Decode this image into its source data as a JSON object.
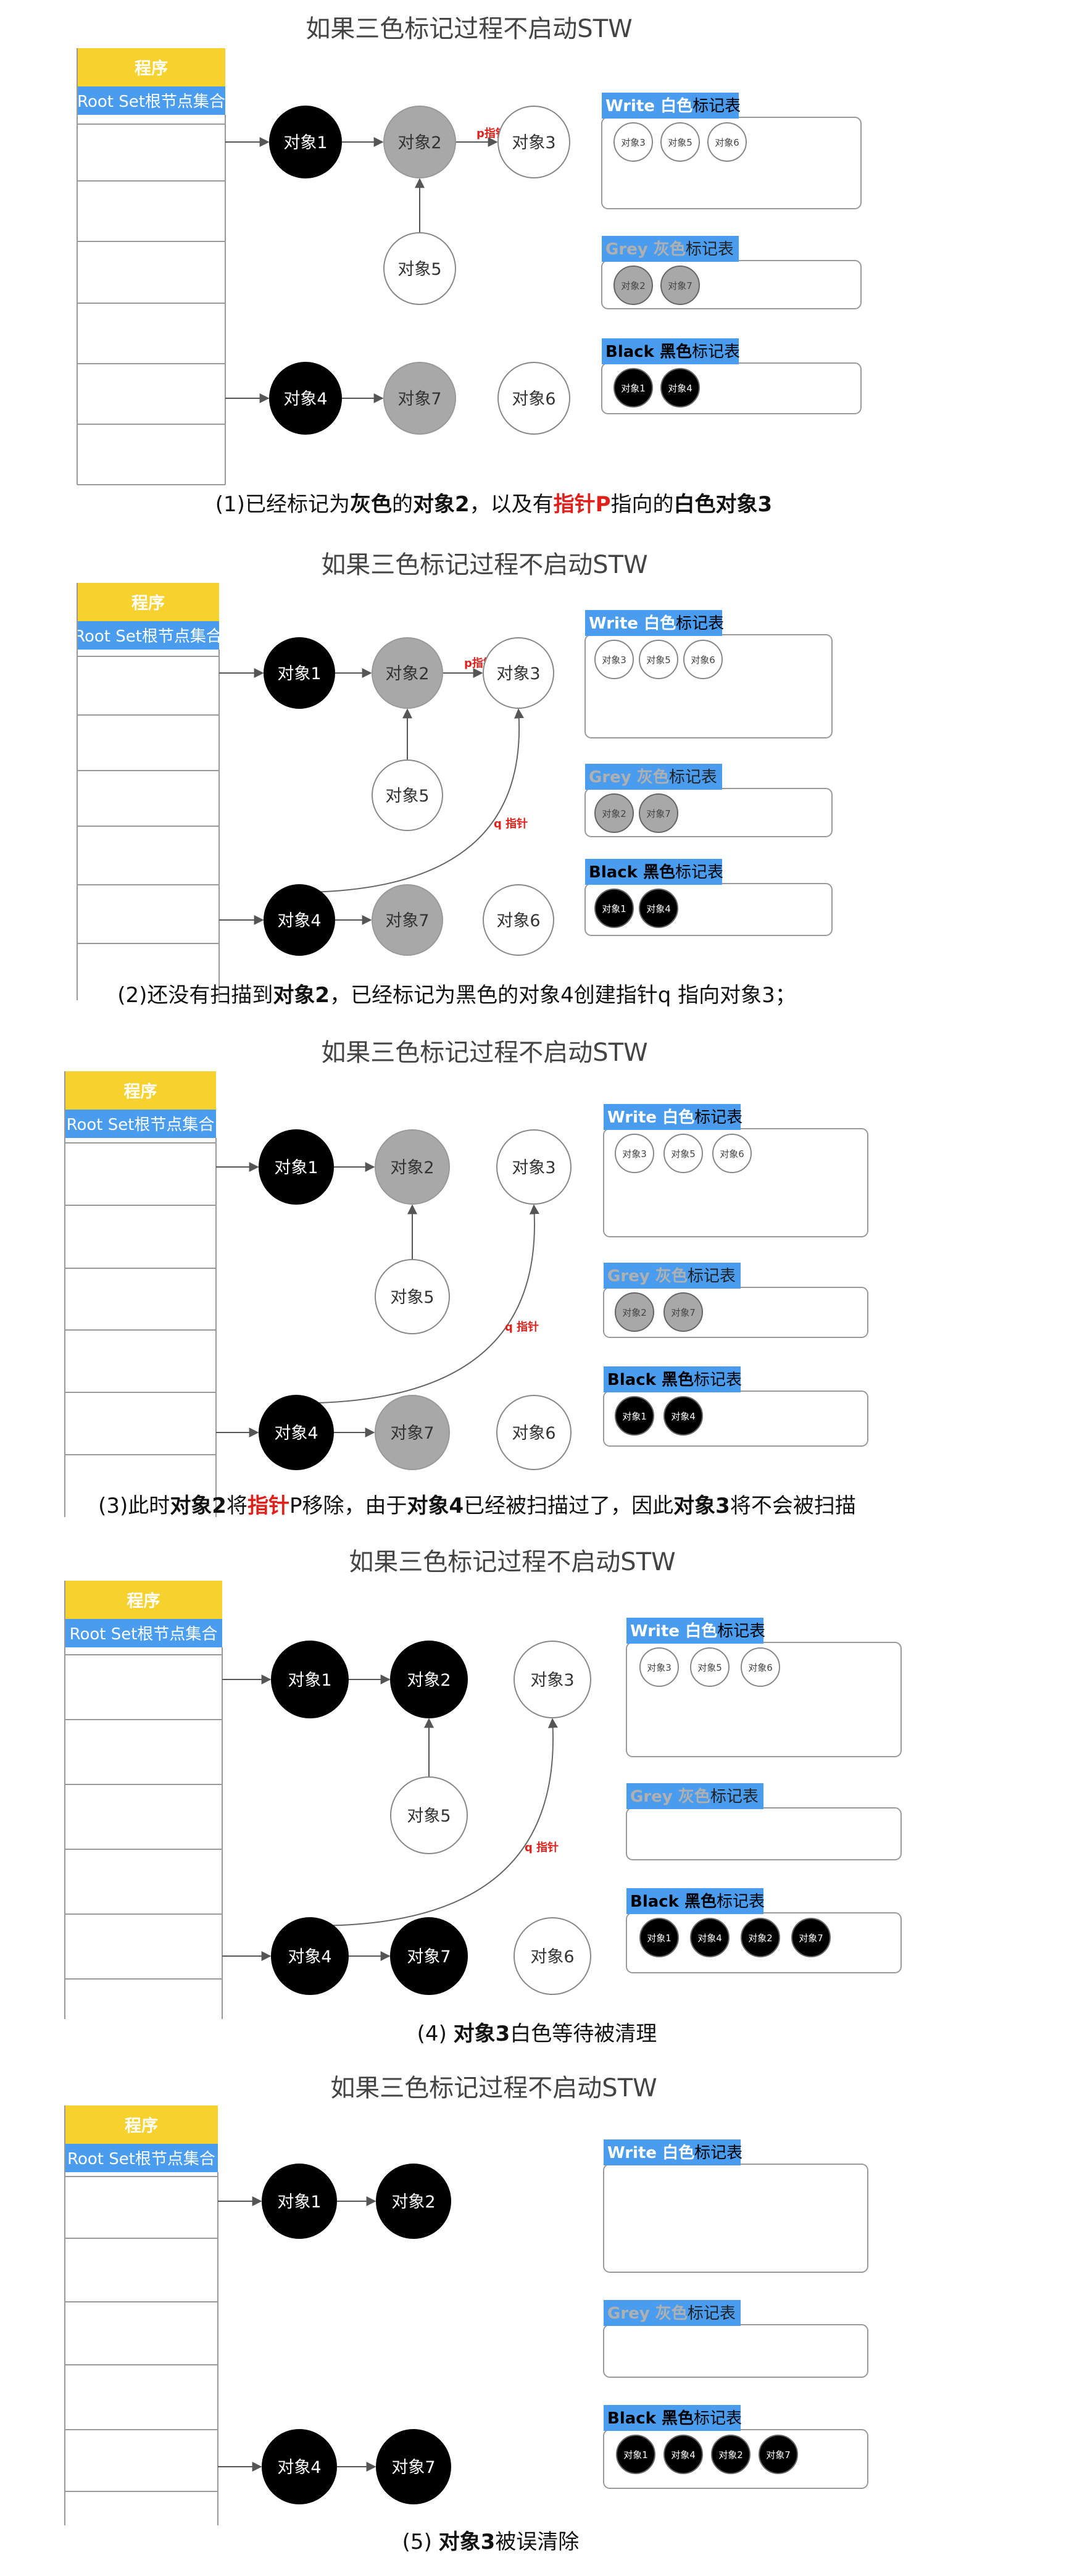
{
  "colors": {
    "yellow": "#F7D12E",
    "blue": "#4A9DEE",
    "grey_node": "#A8A8A8",
    "black_node": "#000000",
    "pointer_red": "#E0201B",
    "caption_red": "#E0201B",
    "grey_header_text": "#B0B0B0"
  },
  "panels": [
    {
      "title": "如果三色标记过程不启动STW",
      "program": "程序",
      "root_set": "Root Set根节点集合",
      "nodes": [
        {
          "id": "1",
          "label": "对象1",
          "color": "black"
        },
        {
          "id": "2",
          "label": "对象2",
          "color": "grey"
        },
        {
          "id": "3",
          "label": "对象3",
          "color": "white"
        },
        {
          "id": "5",
          "label": "对象5",
          "color": "white"
        },
        {
          "id": "4",
          "label": "对象4",
          "color": "black"
        },
        {
          "id": "7",
          "label": "对象7",
          "color": "grey"
        },
        {
          "id": "6",
          "label": "对象6",
          "color": "white"
        }
      ],
      "edges": [
        {
          "from": "root",
          "to": "1"
        },
        {
          "from": "1",
          "to": "2"
        },
        {
          "from": "2",
          "to": "3",
          "label": "p指针",
          "red": true
        },
        {
          "from": "5",
          "to": "2"
        },
        {
          "from": "root",
          "to": "4"
        },
        {
          "from": "4",
          "to": "7"
        }
      ],
      "tables": {
        "write": {
          "bold": "Write",
          "color": "白色",
          "suffix": "标记表",
          "items": [
            "对象3",
            "对象5",
            "对象6"
          ]
        },
        "grey": {
          "bold": "Grey",
          "color": "灰色",
          "suffix": "标记表",
          "items": [
            "对象2",
            "对象7"
          ]
        },
        "black": {
          "bold": "Black",
          "color": "黑色",
          "suffix": "标记表",
          "items": [
            "对象1",
            "对象4"
          ]
        }
      },
      "caption": [
        {
          "t": "(1)已经标记为"
        },
        {
          "t": "灰色",
          "b": true
        },
        {
          "t": "的"
        },
        {
          "t": "对象2",
          "b": true
        },
        {
          "t": "，以及有"
        },
        {
          "t": "指针P",
          "b": true,
          "red": true
        },
        {
          "t": "指向的"
        },
        {
          "t": "白色对象3",
          "b": true
        }
      ]
    },
    {
      "title": "如果三色标记过程不启动STW",
      "program": "程序",
      "root_set": "Root Set根节点集合",
      "nodes": [
        {
          "id": "1",
          "label": "对象1",
          "color": "black"
        },
        {
          "id": "2",
          "label": "对象2",
          "color": "grey"
        },
        {
          "id": "3",
          "label": "对象3",
          "color": "white"
        },
        {
          "id": "5",
          "label": "对象5",
          "color": "white"
        },
        {
          "id": "4",
          "label": "对象4",
          "color": "black"
        },
        {
          "id": "7",
          "label": "对象7",
          "color": "grey"
        },
        {
          "id": "6",
          "label": "对象6",
          "color": "white"
        }
      ],
      "edges": [
        {
          "from": "root",
          "to": "1"
        },
        {
          "from": "1",
          "to": "2"
        },
        {
          "from": "2",
          "to": "3",
          "label": "p指针",
          "red": true
        },
        {
          "from": "5",
          "to": "2"
        },
        {
          "from": "root",
          "to": "4"
        },
        {
          "from": "4",
          "to": "7"
        },
        {
          "from": "4",
          "to": "3",
          "curve": true,
          "label": "q 指针"
        }
      ],
      "tables": {
        "write": {
          "bold": "Write",
          "color": "白色",
          "suffix": "标记表",
          "items": [
            "对象3",
            "对象5",
            "对象6"
          ]
        },
        "grey": {
          "bold": "Grey",
          "color": "灰色",
          "suffix": "标记表",
          "items": [
            "对象2",
            "对象7"
          ]
        },
        "black": {
          "bold": "Black",
          "color": "黑色",
          "suffix": "标记表",
          "items": [
            "对象1",
            "对象4"
          ]
        }
      },
      "caption": [
        {
          "t": "(2)还没有扫描到"
        },
        {
          "t": "对象2",
          "b": true
        },
        {
          "t": "，已经标记为黑色的对象4创建指针q 指向对象3；"
        }
      ]
    },
    {
      "title": "如果三色标记过程不启动STW",
      "program": "程序",
      "root_set": "Root Set根节点集合",
      "nodes": [
        {
          "id": "1",
          "label": "对象1",
          "color": "black"
        },
        {
          "id": "2",
          "label": "对象2",
          "color": "grey"
        },
        {
          "id": "3",
          "label": "对象3",
          "color": "white"
        },
        {
          "id": "5",
          "label": "对象5",
          "color": "white"
        },
        {
          "id": "4",
          "label": "对象4",
          "color": "black"
        },
        {
          "id": "7",
          "label": "对象7",
          "color": "grey"
        },
        {
          "id": "6",
          "label": "对象6",
          "color": "white"
        }
      ],
      "edges": [
        {
          "from": "root",
          "to": "1"
        },
        {
          "from": "1",
          "to": "2"
        },
        {
          "from": "5",
          "to": "2"
        },
        {
          "from": "root",
          "to": "4"
        },
        {
          "from": "4",
          "to": "7"
        },
        {
          "from": "4",
          "to": "3",
          "curve": true,
          "label": "q 指针"
        }
      ],
      "tables": {
        "write": {
          "bold": "Write",
          "color": "白色",
          "suffix": "标记表",
          "items": [
            "对象3",
            "对象5",
            "对象6"
          ]
        },
        "grey": {
          "bold": "Grey",
          "color": "灰色",
          "suffix": "标记表",
          "items": [
            "对象2",
            "对象7"
          ]
        },
        "black": {
          "bold": "Black",
          "color": "黑色",
          "suffix": "标记表",
          "items": [
            "对象1",
            "对象4"
          ]
        }
      },
      "caption": [
        {
          "t": "(3)此时"
        },
        {
          "t": "对象2",
          "b": true
        },
        {
          "t": "将"
        },
        {
          "t": "指针",
          "b": true,
          "red": true
        },
        {
          "t": "P移除，由于"
        },
        {
          "t": "对象4",
          "b": true
        },
        {
          "t": "已经被扫描过了，因此"
        },
        {
          "t": "对象3",
          "b": true
        },
        {
          "t": "将不会被扫描"
        }
      ]
    },
    {
      "title": "如果三色标记过程不启动STW",
      "program": "程序",
      "root_set": "Root Set根节点集合",
      "nodes": [
        {
          "id": "1",
          "label": "对象1",
          "color": "black"
        },
        {
          "id": "2",
          "label": "对象2",
          "color": "black"
        },
        {
          "id": "3",
          "label": "对象3",
          "color": "white"
        },
        {
          "id": "5",
          "label": "对象5",
          "color": "white"
        },
        {
          "id": "4",
          "label": "对象4",
          "color": "black"
        },
        {
          "id": "7",
          "label": "对象7",
          "color": "black"
        },
        {
          "id": "6",
          "label": "对象6",
          "color": "white"
        }
      ],
      "edges": [
        {
          "from": "root",
          "to": "1"
        },
        {
          "from": "1",
          "to": "2"
        },
        {
          "from": "5",
          "to": "2"
        },
        {
          "from": "root",
          "to": "4"
        },
        {
          "from": "4",
          "to": "7"
        },
        {
          "from": "4",
          "to": "3",
          "curve": true,
          "label": "q 指针"
        }
      ],
      "tables": {
        "write": {
          "bold": "Write",
          "color": "白色",
          "suffix": "标记表",
          "items": [
            "对象3",
            "对象5",
            "对象6"
          ]
        },
        "grey": {
          "bold": "Grey",
          "color": "灰色",
          "suffix": "标记表",
          "items": []
        },
        "black": {
          "bold": "Black",
          "color": "黑色",
          "suffix": "标记表",
          "items": [
            "对象1",
            "对象4",
            "对象2",
            "对象7"
          ]
        }
      },
      "caption": [
        {
          "t": "(4) "
        },
        {
          "t": "对象3",
          "b": true
        },
        {
          "t": "白色等待被清理"
        }
      ]
    },
    {
      "title": "如果三色标记过程不启动STW",
      "program": "程序",
      "root_set": "Root Set根节点集合",
      "nodes": [
        {
          "id": "1",
          "label": "对象1",
          "color": "black"
        },
        {
          "id": "2",
          "label": "对象2",
          "color": "black"
        },
        {
          "id": "4",
          "label": "对象4",
          "color": "black"
        },
        {
          "id": "7",
          "label": "对象7",
          "color": "black"
        }
      ],
      "edges": [
        {
          "from": "root",
          "to": "1"
        },
        {
          "from": "1",
          "to": "2"
        },
        {
          "from": "root",
          "to": "4"
        },
        {
          "from": "4",
          "to": "7"
        }
      ],
      "tables": {
        "write": {
          "bold": "Write",
          "color": "白色",
          "suffix": "标记表",
          "items": []
        },
        "grey": {
          "bold": "Grey",
          "color": "灰色",
          "suffix": "标记表",
          "items": []
        },
        "black": {
          "bold": "Black",
          "color": "黑色",
          "suffix": "标记表",
          "items": [
            "对象1",
            "对象4",
            "对象2",
            "对象7"
          ]
        }
      },
      "caption": [
        {
          "t": "(5) "
        },
        {
          "t": "对象3",
          "b": true
        },
        {
          "t": "被误清除"
        }
      ]
    }
  ]
}
